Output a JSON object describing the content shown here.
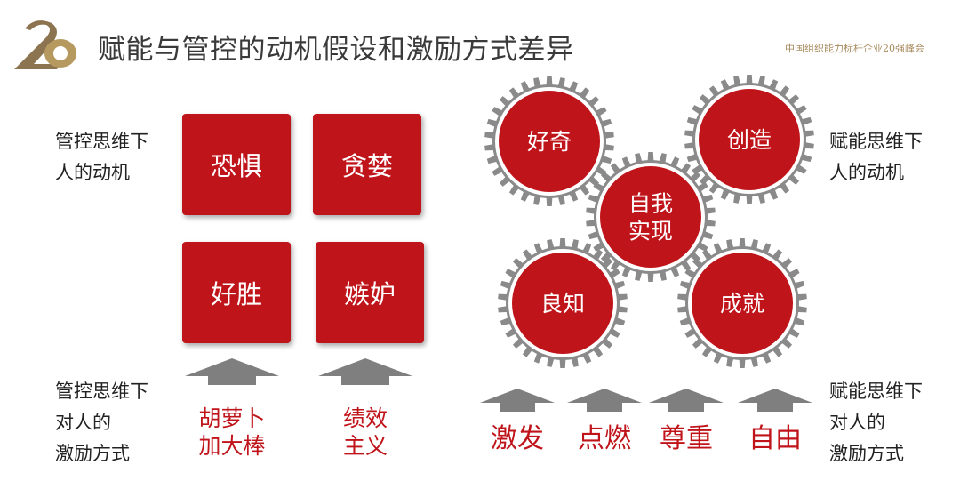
{
  "header": {
    "title": "赋能与管控的动机假设和激励方式差异",
    "summit": "中国组织能力标杆企业20强峰会"
  },
  "left": {
    "motive_label": [
      "管控思维下",
      "人的动机"
    ],
    "incentive_label": [
      "管控思维下",
      "对人的",
      "激励方式"
    ],
    "boxes": [
      "恐惧",
      "贪婪",
      "好胜",
      "嫉妒"
    ],
    "incentives": [
      [
        "胡萝卜",
        "加大棒"
      ],
      [
        "绩效",
        "主义"
      ]
    ]
  },
  "right": {
    "motive_label": [
      "赋能思维下",
      "人的动机"
    ],
    "incentive_label": [
      "赋能思维下",
      "对人的",
      "激励方式"
    ],
    "gears": [
      "好奇",
      "创造",
      "良知",
      "成就"
    ],
    "center_gear": [
      "自我",
      "实现"
    ],
    "incentives": [
      "激发",
      "点燃",
      "尊重",
      "自由"
    ]
  },
  "colors": {
    "accent_red": "#c0141b",
    "gear_gray": "#8a8a8a",
    "arrow_gray": "#7f7f7f",
    "logo_gold": "#a78a5e"
  },
  "icons": {
    "logo": "gold-20-logo-icon",
    "arrows": "gray-up-arrow-icon",
    "gears": "gear-icon"
  }
}
